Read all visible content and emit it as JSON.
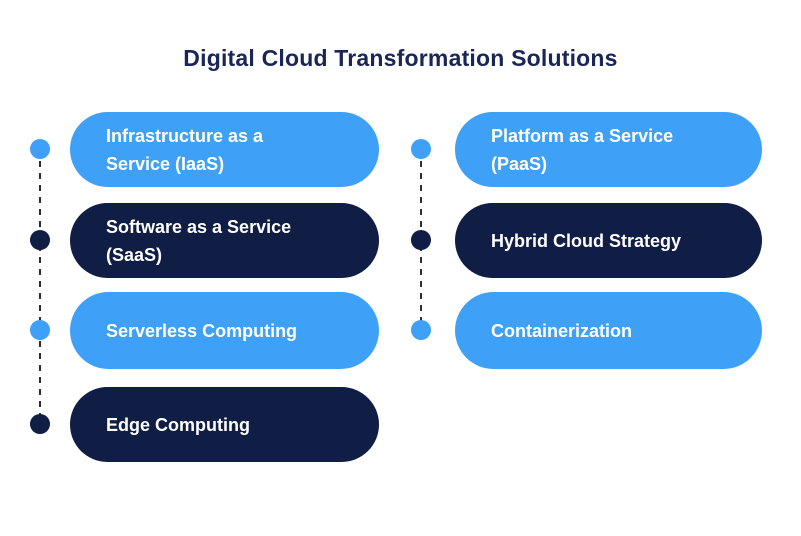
{
  "title": "Digital Cloud Transformation Solutions",
  "colors": {
    "light_blue": "#3EA1F7",
    "dark_navy": "#101D45",
    "title_navy": "#1A2558",
    "connector_line": "#2E2E2E",
    "pill_text": "#FFFFFF",
    "background": "#FFFFFF"
  },
  "columns": [
    {
      "name": "left",
      "items": [
        {
          "id": "iaas",
          "label": "Infrastructure as a Service (IaaS)",
          "lines": [
            "Infrastructure as a",
            "Service (IaaS)"
          ],
          "variant": "light"
        },
        {
          "id": "saas",
          "label": "Software as a Service (SaaS)",
          "lines": [
            "Software as a Service",
            "(SaaS)"
          ],
          "variant": "dark"
        },
        {
          "id": "serverless",
          "label": "Serverless Computing",
          "lines": [
            "Serverless Computing"
          ],
          "variant": "light"
        },
        {
          "id": "edge",
          "label": "Edge Computing",
          "lines": [
            "Edge Computing"
          ],
          "variant": "dark"
        }
      ]
    },
    {
      "name": "right",
      "items": [
        {
          "id": "paas",
          "label": "Platform as a Service (PaaS)",
          "lines": [
            "Platform as a Service",
            "(PaaS)"
          ],
          "variant": "light"
        },
        {
          "id": "hybrid-cloud",
          "label": "Hybrid Cloud Strategy",
          "lines": [
            "Hybrid Cloud Strategy"
          ],
          "variant": "dark"
        },
        {
          "id": "containerization",
          "label": "Containerization",
          "lines": [
            "Containerization"
          ],
          "variant": "light"
        }
      ]
    }
  ]
}
